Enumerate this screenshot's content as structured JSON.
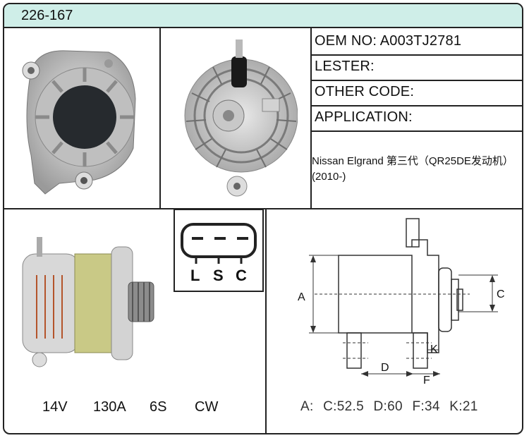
{
  "header": {
    "part_number": "226-167"
  },
  "specs": {
    "oem_no": "OEM NO:  A003TJ2781",
    "lester": "LESTER:",
    "other_code": "OTHER CODE:",
    "application": "APPLICATION:"
  },
  "application_text": {
    "line1": "Nissan Elgrand 第三代（QR25DE发动机）",
    "line2": "(2010-)"
  },
  "connector": {
    "l": "L",
    "s": "S",
    "c": "C"
  },
  "ratings": {
    "voltage": "14V",
    "amperage": "130A",
    "pulley": "6S",
    "rotation": "CW"
  },
  "diagram_labels": {
    "a": "A",
    "c": "C",
    "d": "D",
    "f": "F",
    "k": "K"
  },
  "dimensions": {
    "a": "A:",
    "c": "C:52.5",
    "d": "D:60",
    "f": "F:34",
    "k": "K:21"
  },
  "colors": {
    "header_bg": "#cfeee8",
    "border": "#222222"
  }
}
